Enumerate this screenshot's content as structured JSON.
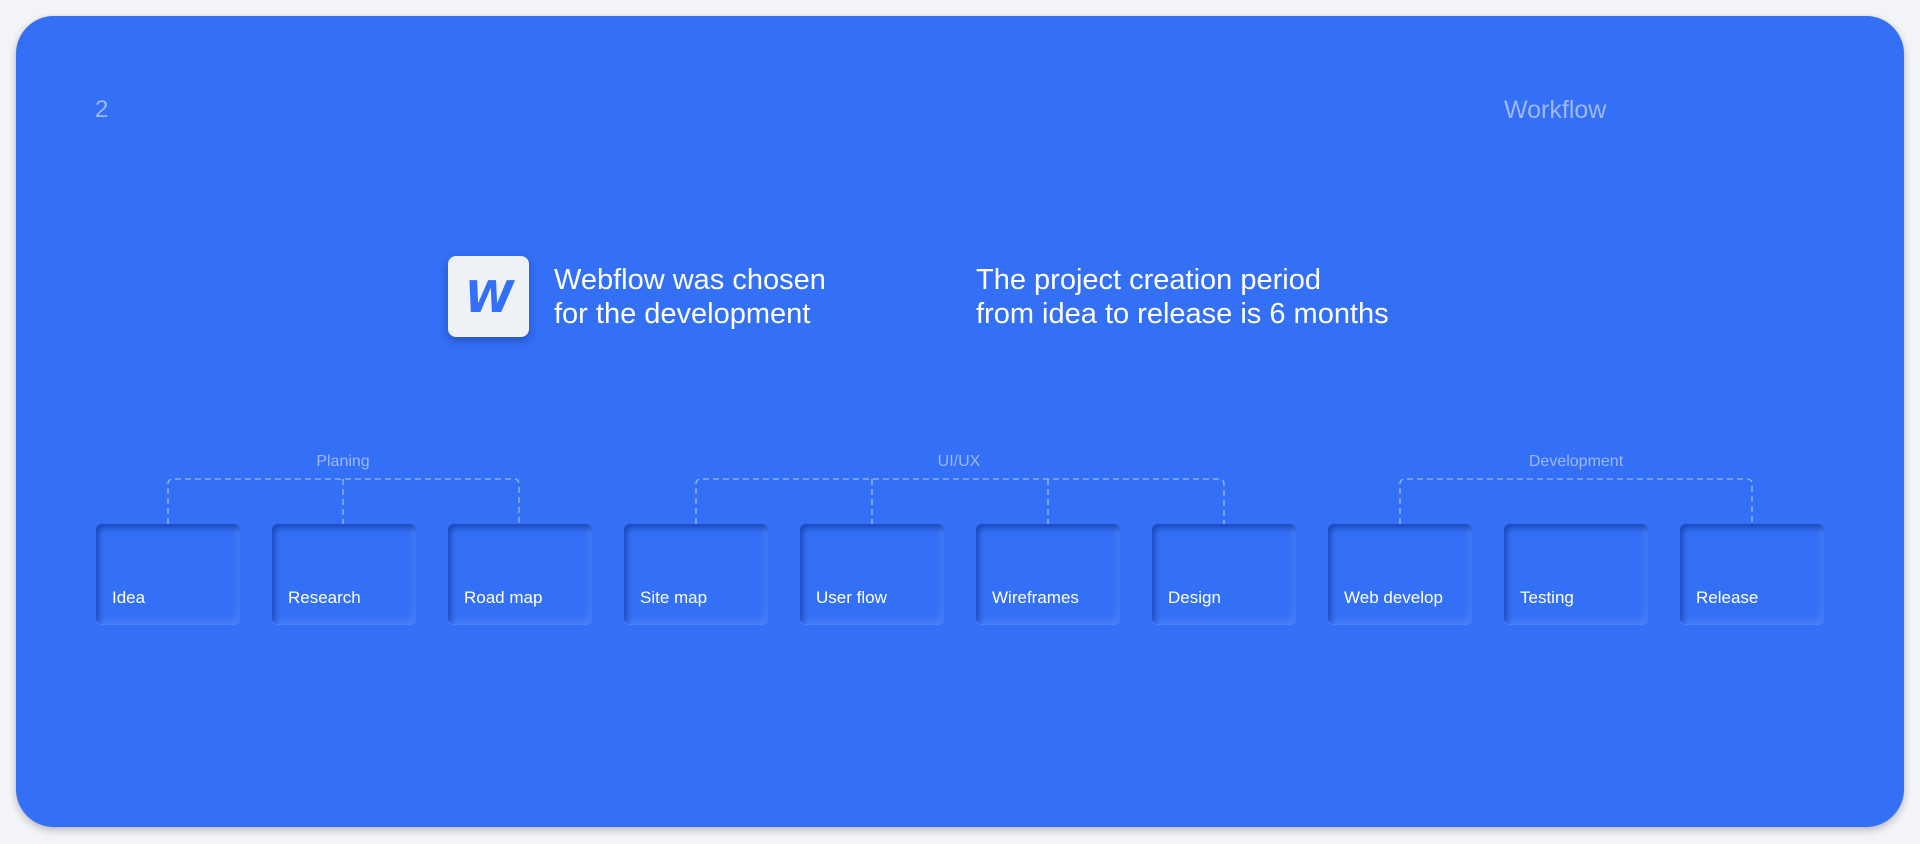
{
  "slide": {
    "page_number": "2",
    "section_title": "Workflow"
  },
  "logo": {
    "letter": "W",
    "icon": "webflow-logo-icon",
    "color": "#3470f6"
  },
  "headlines": {
    "left": [
      "Webflow was chosen",
      "for the development"
    ],
    "right": [
      "The project creation period",
      "from idea to release is 6 months"
    ]
  },
  "groups": [
    {
      "label": "Planing",
      "stages": [
        "Idea",
        "Research",
        "Road map"
      ]
    },
    {
      "label": "UI/UX",
      "stages": [
        "Site map",
        "User flow",
        "Wireframes",
        "Design"
      ]
    },
    {
      "label": "Development",
      "stages": [
        "Web develop",
        "Testing",
        "Release"
      ]
    }
  ],
  "colors": {
    "background": "#3470f6",
    "text": "#ffffff",
    "muted_text": "#9db8fb",
    "connector": "#9cb7fb"
  }
}
